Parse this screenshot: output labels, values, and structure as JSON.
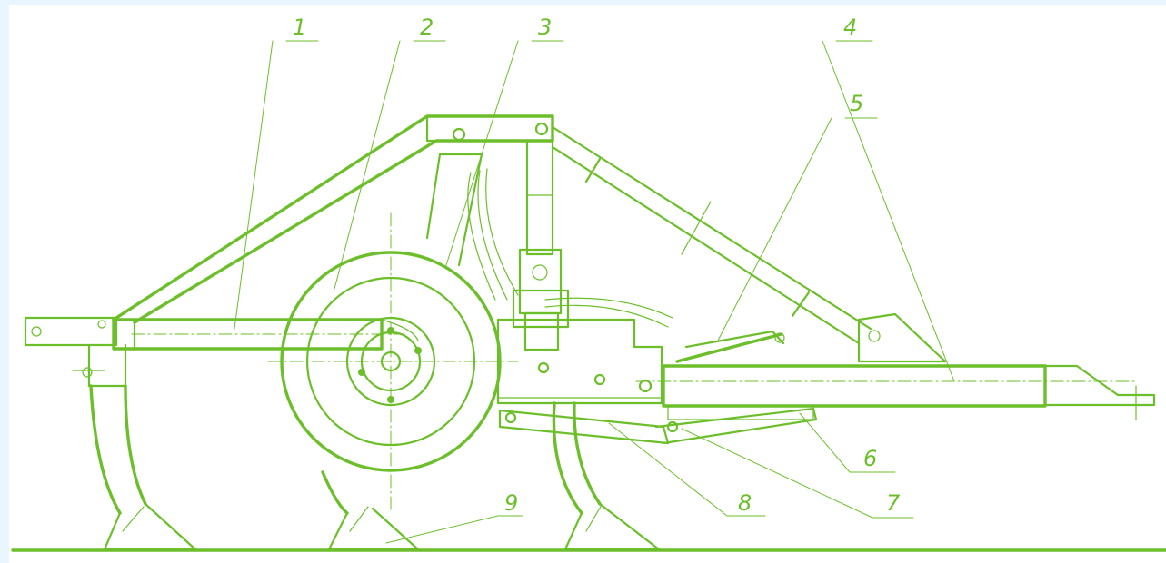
{
  "colors": {
    "background": "#eaf6ff",
    "drawing_line": "#6cbf2a",
    "panel": "#ffffff"
  },
  "labels": {
    "l1": "1",
    "l2": "2",
    "l3": "3",
    "l4": "4",
    "l5": "5",
    "l6": "6",
    "l7": "7",
    "l8": "8",
    "l9": "9"
  }
}
